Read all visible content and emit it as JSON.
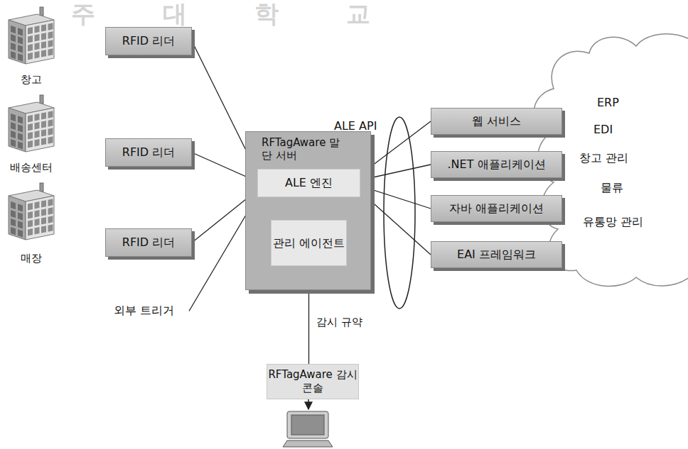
{
  "diagram": {
    "nodes": [
      {
        "text": [
          "창고"
        ]
      },
      {
        "text": [
          "RFID 리더"
        ]
      },
      {
        "text": [
          "배송센터"
        ]
      },
      {
        "text": [
          "RFID 리더"
        ]
      },
      {
        "text": [
          "매장"
        ]
      },
      {
        "text": [
          "RFID 리더"
        ]
      },
      {
        "text": [
          "외부 트리거"
        ]
      },
      {
        "text": [
          "RFTagAware 말단 서버"
        ]
      },
      {
        "text": [
          "ALE 엔진"
        ],
        "in": 7
      },
      {
        "text": [
          "관리 에이전트"
        ],
        "in": 7
      },
      {
        "text": [
          "RFTagAware 감시 콘솔"
        ]
      },
      {
        "text": [
          "웹 서비스"
        ]
      },
      {
        "text": [
          ".NET 애플리케이션"
        ]
      },
      {
        "text": [
          "자바 애플리케이션"
        ]
      },
      {
        "text": [
          "EAI 프레임워크"
        ]
      },
      {
        "text": [
          "ERP",
          "EDI",
          "창고 관리",
          "물류",
          "유통망 관리"
        ]
      }
    ],
    "edges": [
      {
        "from": 1,
        "to": 8,
        "arrow": "none"
      },
      {
        "from": 3,
        "to": 8,
        "arrow": "none"
      },
      {
        "from": 5,
        "to": 8,
        "arrow": "none"
      },
      {
        "from": 6,
        "to": 8,
        "arrow": "none"
      },
      {
        "from": 8,
        "to": 9,
        "arrow": "both"
      },
      {
        "from": 9,
        "to": 10,
        "arrow": "none",
        "label": "감시 규약"
      },
      {
        "from": 8,
        "to": 11,
        "arrow": "none"
      },
      {
        "from": 8,
        "to": 12,
        "arrow": "none"
      },
      {
        "from": 8,
        "to": 13,
        "arrow": "none"
      },
      {
        "from": 8,
        "to": 14,
        "arrow": "none"
      }
    ],
    "labels": [
      "주대학교",
      "ALE API"
    ]
  }
}
